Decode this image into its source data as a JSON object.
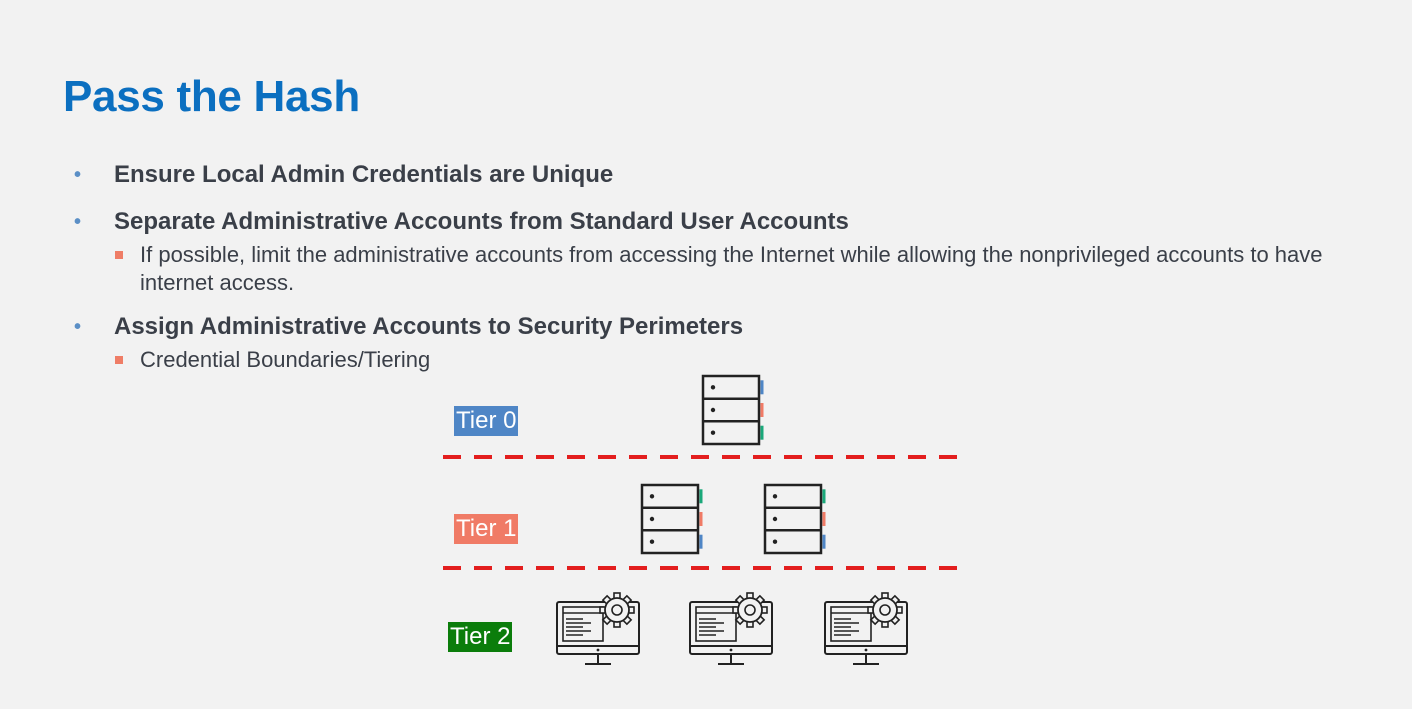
{
  "slide": {
    "title": "Pass the Hash",
    "bullets": [
      {
        "text": "Ensure Local Admin Credentials are Unique",
        "sub": []
      },
      {
        "text": "Separate Administrative Accounts from Standard User Accounts",
        "sub": [
          "If possible, limit the administrative accounts from accessing the Internet while allowing the nonprivileged accounts to have internet access."
        ]
      },
      {
        "text": "Assign Administrative Accounts to Security Perimeters",
        "sub": [
          "Credential Boundaries/Tiering"
        ]
      }
    ]
  },
  "diagram": {
    "tiers": [
      {
        "label": "Tier 0",
        "color": "#4f86c6",
        "icon": "server-icon",
        "count": 1
      },
      {
        "label": "Tier 1",
        "color": "#f07b66",
        "icon": "server-icon",
        "count": 2
      },
      {
        "label": "Tier 2",
        "color": "#0b7d0b",
        "icon": "workstation-gear-icon",
        "count": 3
      }
    ],
    "divider_color": "#e31e1e",
    "stripe_colors": {
      "blue": "#4f86c6",
      "salmon": "#f07b66",
      "green": "#1aa87a"
    }
  }
}
